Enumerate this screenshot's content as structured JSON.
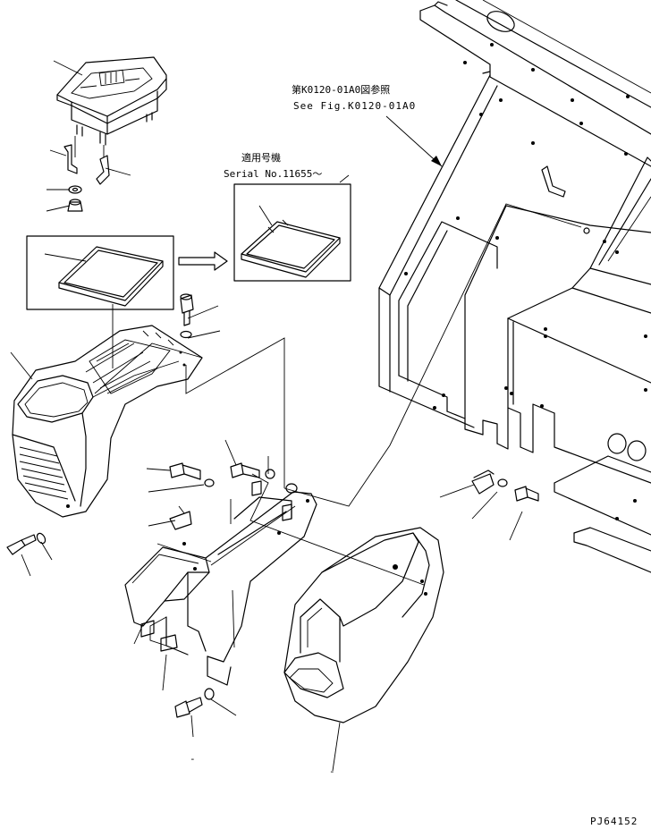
{
  "reference_note": {
    "japanese": "第K0120-01A0図参照",
    "english": "See Fig.K0120-01A0"
  },
  "serial_note": {
    "japanese": "適用号機",
    "english": "Serial No.11655～"
  },
  "drawing_number": "PJ64152",
  "index_marks": [
    "-",
    "-"
  ]
}
